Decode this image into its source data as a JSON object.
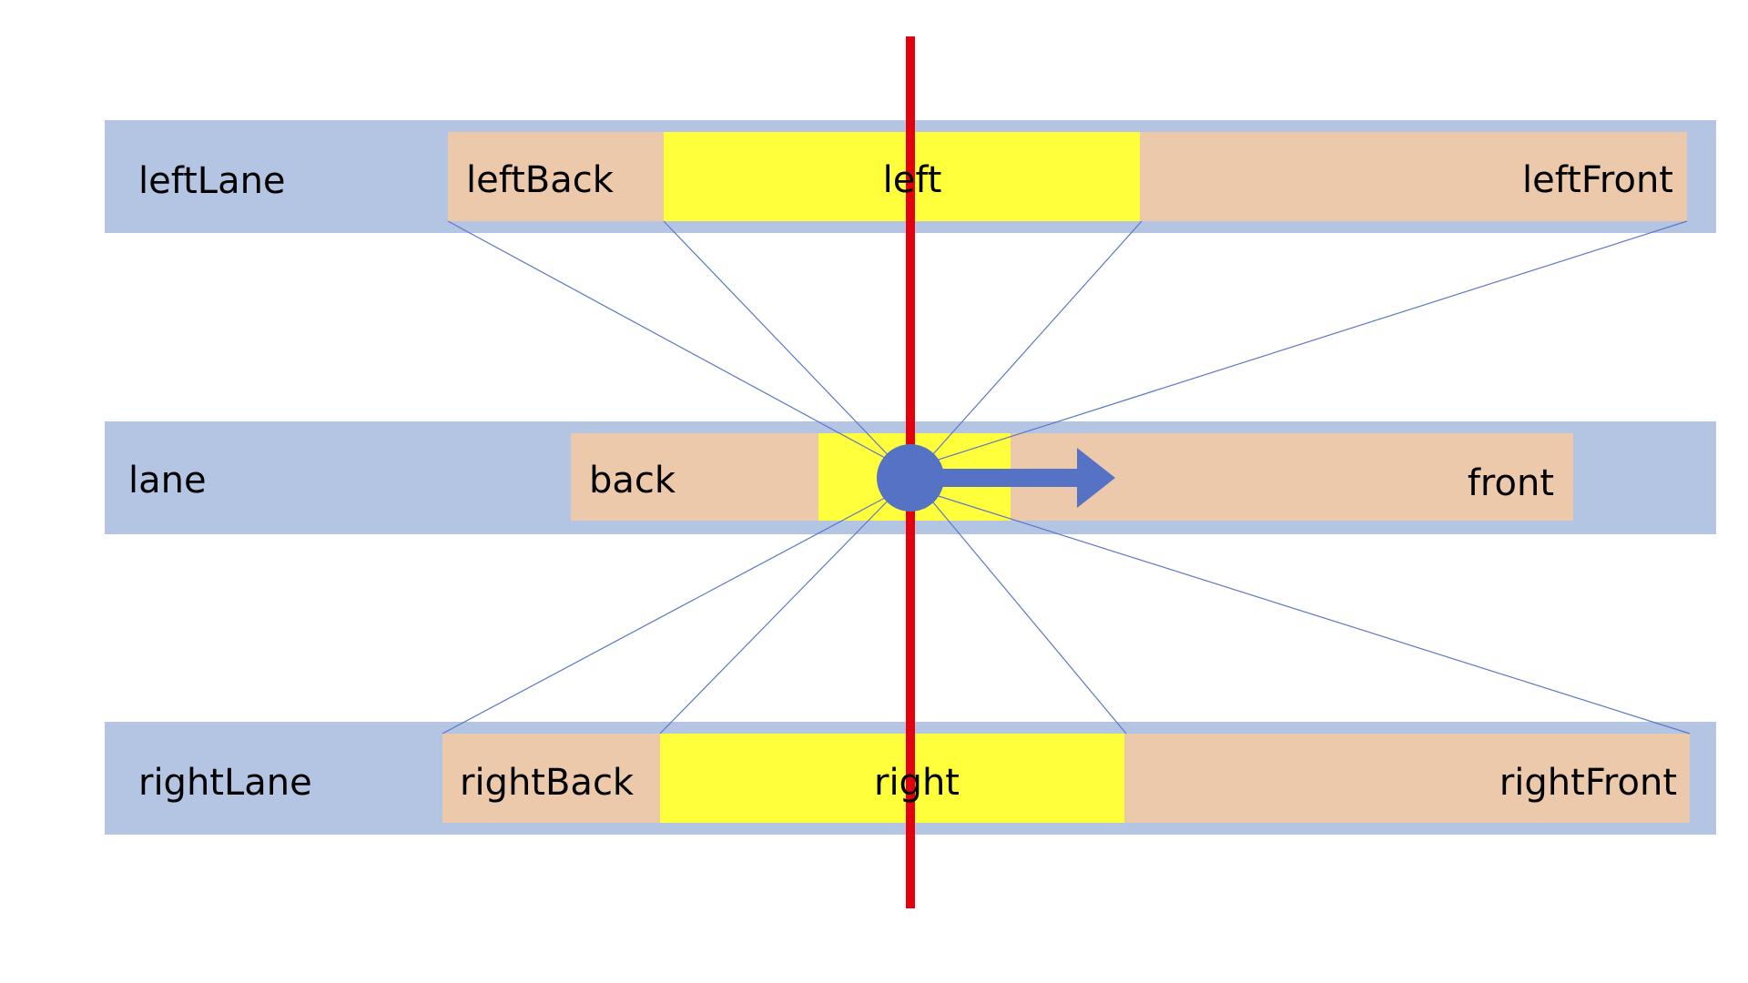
{
  "colors": {
    "lane_band": "#b4c5e4",
    "neighbor_zone": "#ecc9ab",
    "side_zone": "#ffff3b",
    "divider": "#e3000f",
    "ego": "#5572c4",
    "connector": "#5b78c8",
    "text": "#000000"
  },
  "lanes": {
    "left": {
      "name": "leftLane",
      "back": "leftBack",
      "side": "left",
      "front": "leftFront"
    },
    "ego": {
      "name": "lane",
      "back": "back",
      "front": "front"
    },
    "right": {
      "name": "rightLane",
      "back": "rightBack",
      "side": "right",
      "front": "rightFront"
    }
  },
  "icons": {
    "ego_vehicle": "ego-vehicle-dot",
    "direction": "direction-arrow"
  }
}
